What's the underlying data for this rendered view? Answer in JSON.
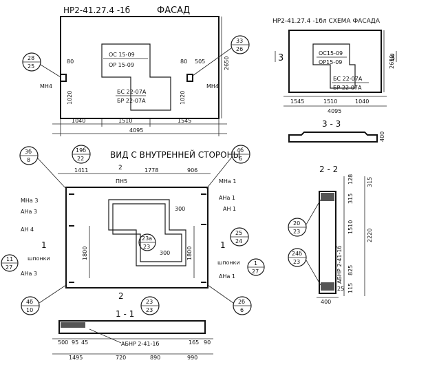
{
  "top_left": {
    "title": "НР2-41.27.4 -1б",
    "facade_label": "ФАСАД",
    "marks": {
      "oc": "ОС 15-09",
      "op": "ОР 15-09",
      "bs": "БС 22-07А",
      "br": "БР 22-07А"
    },
    "mn_left": "МН4",
    "mn_right": "МН4",
    "dims_bottom": [
      "1040",
      "1510",
      "1545"
    ],
    "dim_total": "4095",
    "dim_height": "2650",
    "dim_80_left": "80",
    "dim_80_right": "80",
    "dim_505": "505",
    "dim_1020_left": "1020",
    "dim_1020_right": "1020",
    "callout_left": {
      "top": "28",
      "bottom": "25"
    },
    "callout_right": {
      "top": "33",
      "bottom": "26"
    }
  },
  "top_right": {
    "title": "НР2-41.27.4 -1бл СХЕМА ФАСАДА",
    "marks": {
      "oc": "ОС15-09",
      "op": "ОР15-09",
      "bs": "БС 22-07А",
      "br": "БР 22-07А"
    },
    "section_mark": "3",
    "dims_bottom": [
      "1545",
      "1510",
      "1040"
    ],
    "dim_total": "4095",
    "dim_height": "2650",
    "section_label": "3 - 3",
    "dim_400": "400"
  },
  "middle": {
    "title": "ВИД С ВНУТРЕННЕЙ СТОРОНЫ",
    "dims_top": [
      "1411",
      "1778",
      "906"
    ],
    "mark_2": "2",
    "pn5": "ПН5",
    "callouts": {
      "c3b": {
        "top": "3б",
        "bottom": "8"
      },
      "c19b": {
        "top": "19б",
        "bottom": "22"
      },
      "c4b": {
        "top": "4б",
        "bottom": "6"
      },
      "c23a": {
        "top": "23а",
        "bottom": "23"
      },
      "c25": {
        "top": "25",
        "bottom": "24"
      },
      "c11": {
        "top": "11",
        "bottom": "27"
      },
      "c1": {
        "top": "1",
        "bottom": "27"
      },
      "c4b2": {
        "top": "4б",
        "bottom": "10"
      },
      "c2b": {
        "top": "2б",
        "bottom": "6"
      }
    },
    "labels_left": [
      "МНа 3",
      "АНа 3",
      "АН 4",
      "шпонки",
      "АНа 3"
    ],
    "labels_right": [
      "МНа 1",
      "АНа 1",
      "АН 1",
      "шпонки",
      "АНа 1"
    ],
    "dim_1800_left": "1800",
    "dim_1800_right": "1800",
    "dim_300_a": "300",
    "dim_300_b": "300",
    "section_1": "1",
    "section_2": "2"
  },
  "bottom": {
    "section_label": "1 - 1",
    "callout_23": {
      "top": "23",
      "bottom": "23"
    },
    "dims_small": [
      "500",
      "95",
      "45"
    ],
    "abnr": "АБНР 2-41-1б",
    "dims_right": [
      "165",
      "90"
    ],
    "dims_bottom": [
      "1495",
      "720",
      "890",
      "990"
    ]
  },
  "section_22": {
    "label": "2 - 2",
    "dims_right": [
      "128",
      "315",
      "315",
      "1510",
      "2220",
      "825",
      "115"
    ],
    "dim_25": "25",
    "dim_400": "400",
    "abnr": "АБНР 2-41-1б",
    "callout_20": {
      "top": "20",
      "bottom": "23"
    },
    "callout_24b": {
      "top": "24б",
      "bottom": "23"
    }
  }
}
